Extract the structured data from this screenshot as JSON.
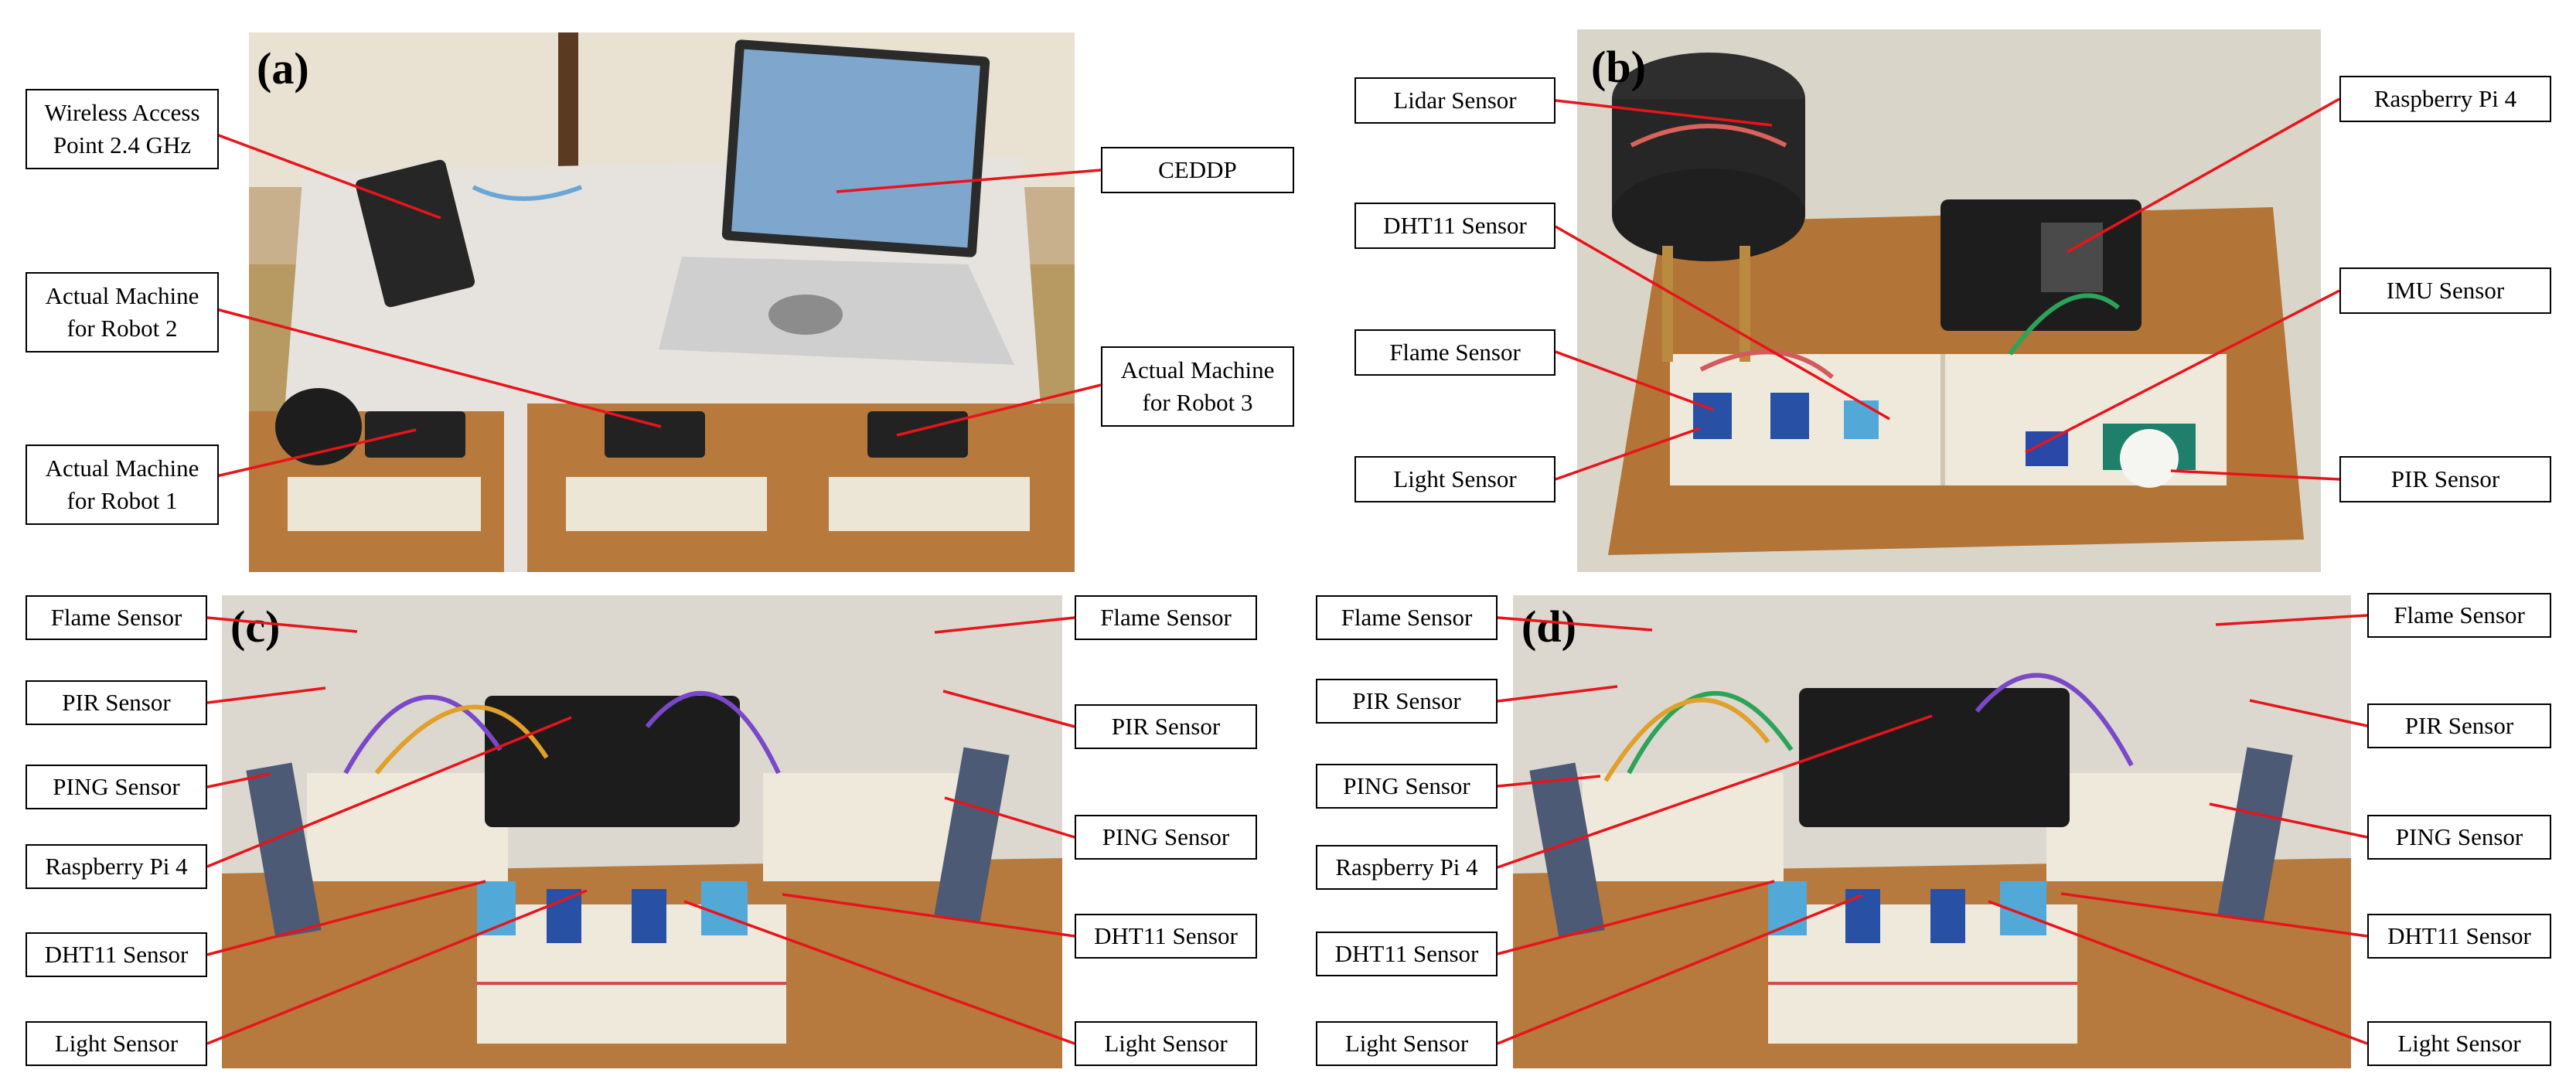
{
  "panels": {
    "a": {
      "label": "(a)"
    },
    "b": {
      "label": "(b)"
    },
    "c": {
      "label": "(c)"
    },
    "d": {
      "label": "(d)"
    }
  },
  "callouts": {
    "a": {
      "wireless": "Wireless Access\nPoint 2.4 GHz",
      "robot2": "Actual Machine\nfor Robot 2",
      "robot1": "Actual Machine\nfor Robot 1",
      "ceddp": "CEDDP",
      "robot3": "Actual Machine\nfor Robot 3"
    },
    "b": {
      "lidar": "Lidar Sensor",
      "dht11": "DHT11 Sensor",
      "flame": "Flame Sensor",
      "light": "Light Sensor",
      "rpi": "Raspberry Pi 4",
      "imu": "IMU Sensor",
      "pir": "PIR Sensor"
    },
    "c": {
      "flame_l": "Flame Sensor",
      "pir_l": "PIR Sensor",
      "ping_l": "PING Sensor",
      "rpi_l": "Raspberry Pi 4",
      "dht_l": "DHT11 Sensor",
      "light_l": "Light Sensor",
      "flame_r": "Flame Sensor",
      "pir_r": "PIR Sensor",
      "ping_r": "PING Sensor",
      "dht_r": "DHT11 Sensor",
      "light_r": "Light Sensor"
    },
    "d": {
      "flame_l": "Flame Sensor",
      "pir_l": "PIR Sensor",
      "ping_l": "PING Sensor",
      "rpi_l": "Raspberry Pi 4",
      "dht_l": "DHT11 Sensor",
      "light_l": "Light Sensor",
      "flame_r": "Flame Sensor",
      "pir_r": "PIR Sensor",
      "ping_r": "PING Sensor",
      "dht_r": "DHT11 Sensor",
      "light_r": "Light Sensor"
    }
  },
  "colors": {
    "leader": "#e8141b",
    "wood": "#b5773c",
    "breadboard": "#ede7d8",
    "floor": "#d9d3c4"
  }
}
